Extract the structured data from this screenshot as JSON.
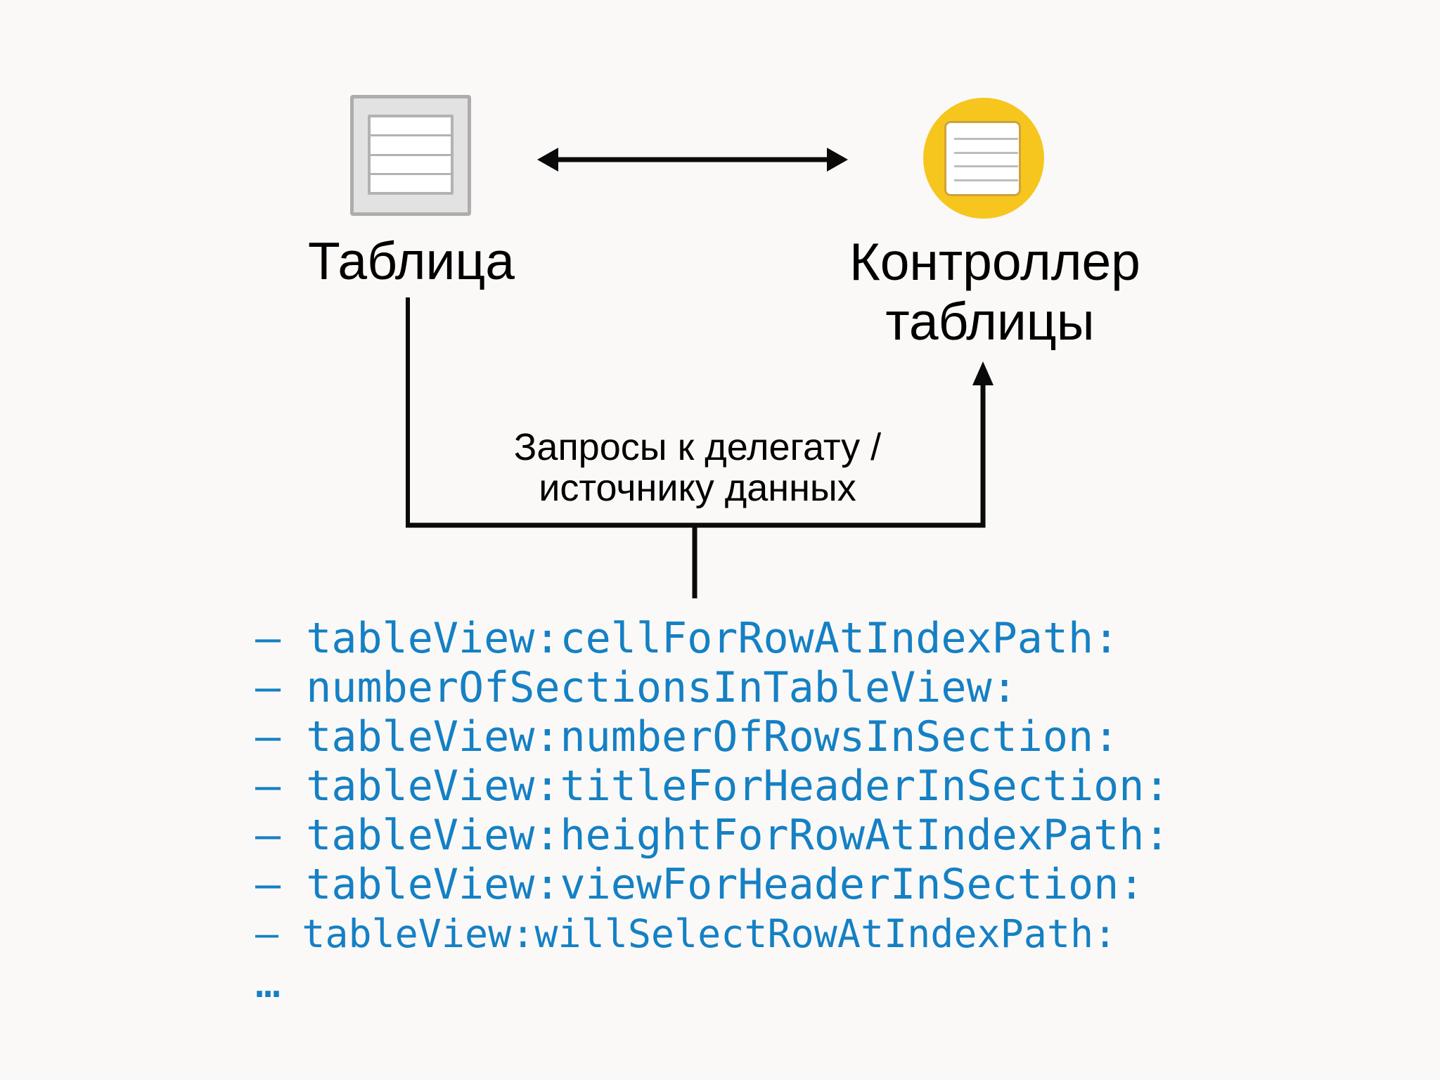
{
  "slide": {
    "background_color": "#FAF9F7",
    "ink_color": "#0A0A0A",
    "accent_blue": "#1580C4",
    "nodes": {
      "table": {
        "label": "Таблица",
        "icon": "table-rows-icon",
        "icon_colors": {
          "fill": "#E2E2E2",
          "border": "#ADADAD",
          "grid": "#B2B2B2",
          "row_fill": "#FFFFFF"
        }
      },
      "controller": {
        "label_line1": "Контроллер",
        "label_line2": "таблицы",
        "icon": "note-in-yellow-circle-icon",
        "icon_colors": {
          "circle": "#F6C61E",
          "note_fill": "#FFFFFF",
          "note_border": "#CEA23C",
          "note_lines": "#BDBDBD"
        }
      }
    },
    "callout": {
      "line1": "Запросы к делегату /",
      "line2": "источнику данных"
    },
    "methods": [
      {
        "bullet": "— ",
        "text": "tableView:cellForRowAtIndexPath:"
      },
      {
        "bullet": "— ",
        "text": "numberOfSectionsInTableView:"
      },
      {
        "bullet": "— ",
        "text": "tableView:numberOfRowsInSection:"
      },
      {
        "bullet": "— ",
        "text": "tableView:titleForHeaderInSection:"
      },
      {
        "bullet": "— ",
        "text": "tableView:heightForRowAtIndexPath:"
      },
      {
        "bullet": "— ",
        "text": "tableView:viewForHeaderInSection:"
      },
      {
        "bullet": "– ",
        "text": "tableView:willSelectRowAtIndexPath:"
      },
      {
        "bullet": "",
        "text": "…"
      }
    ]
  }
}
